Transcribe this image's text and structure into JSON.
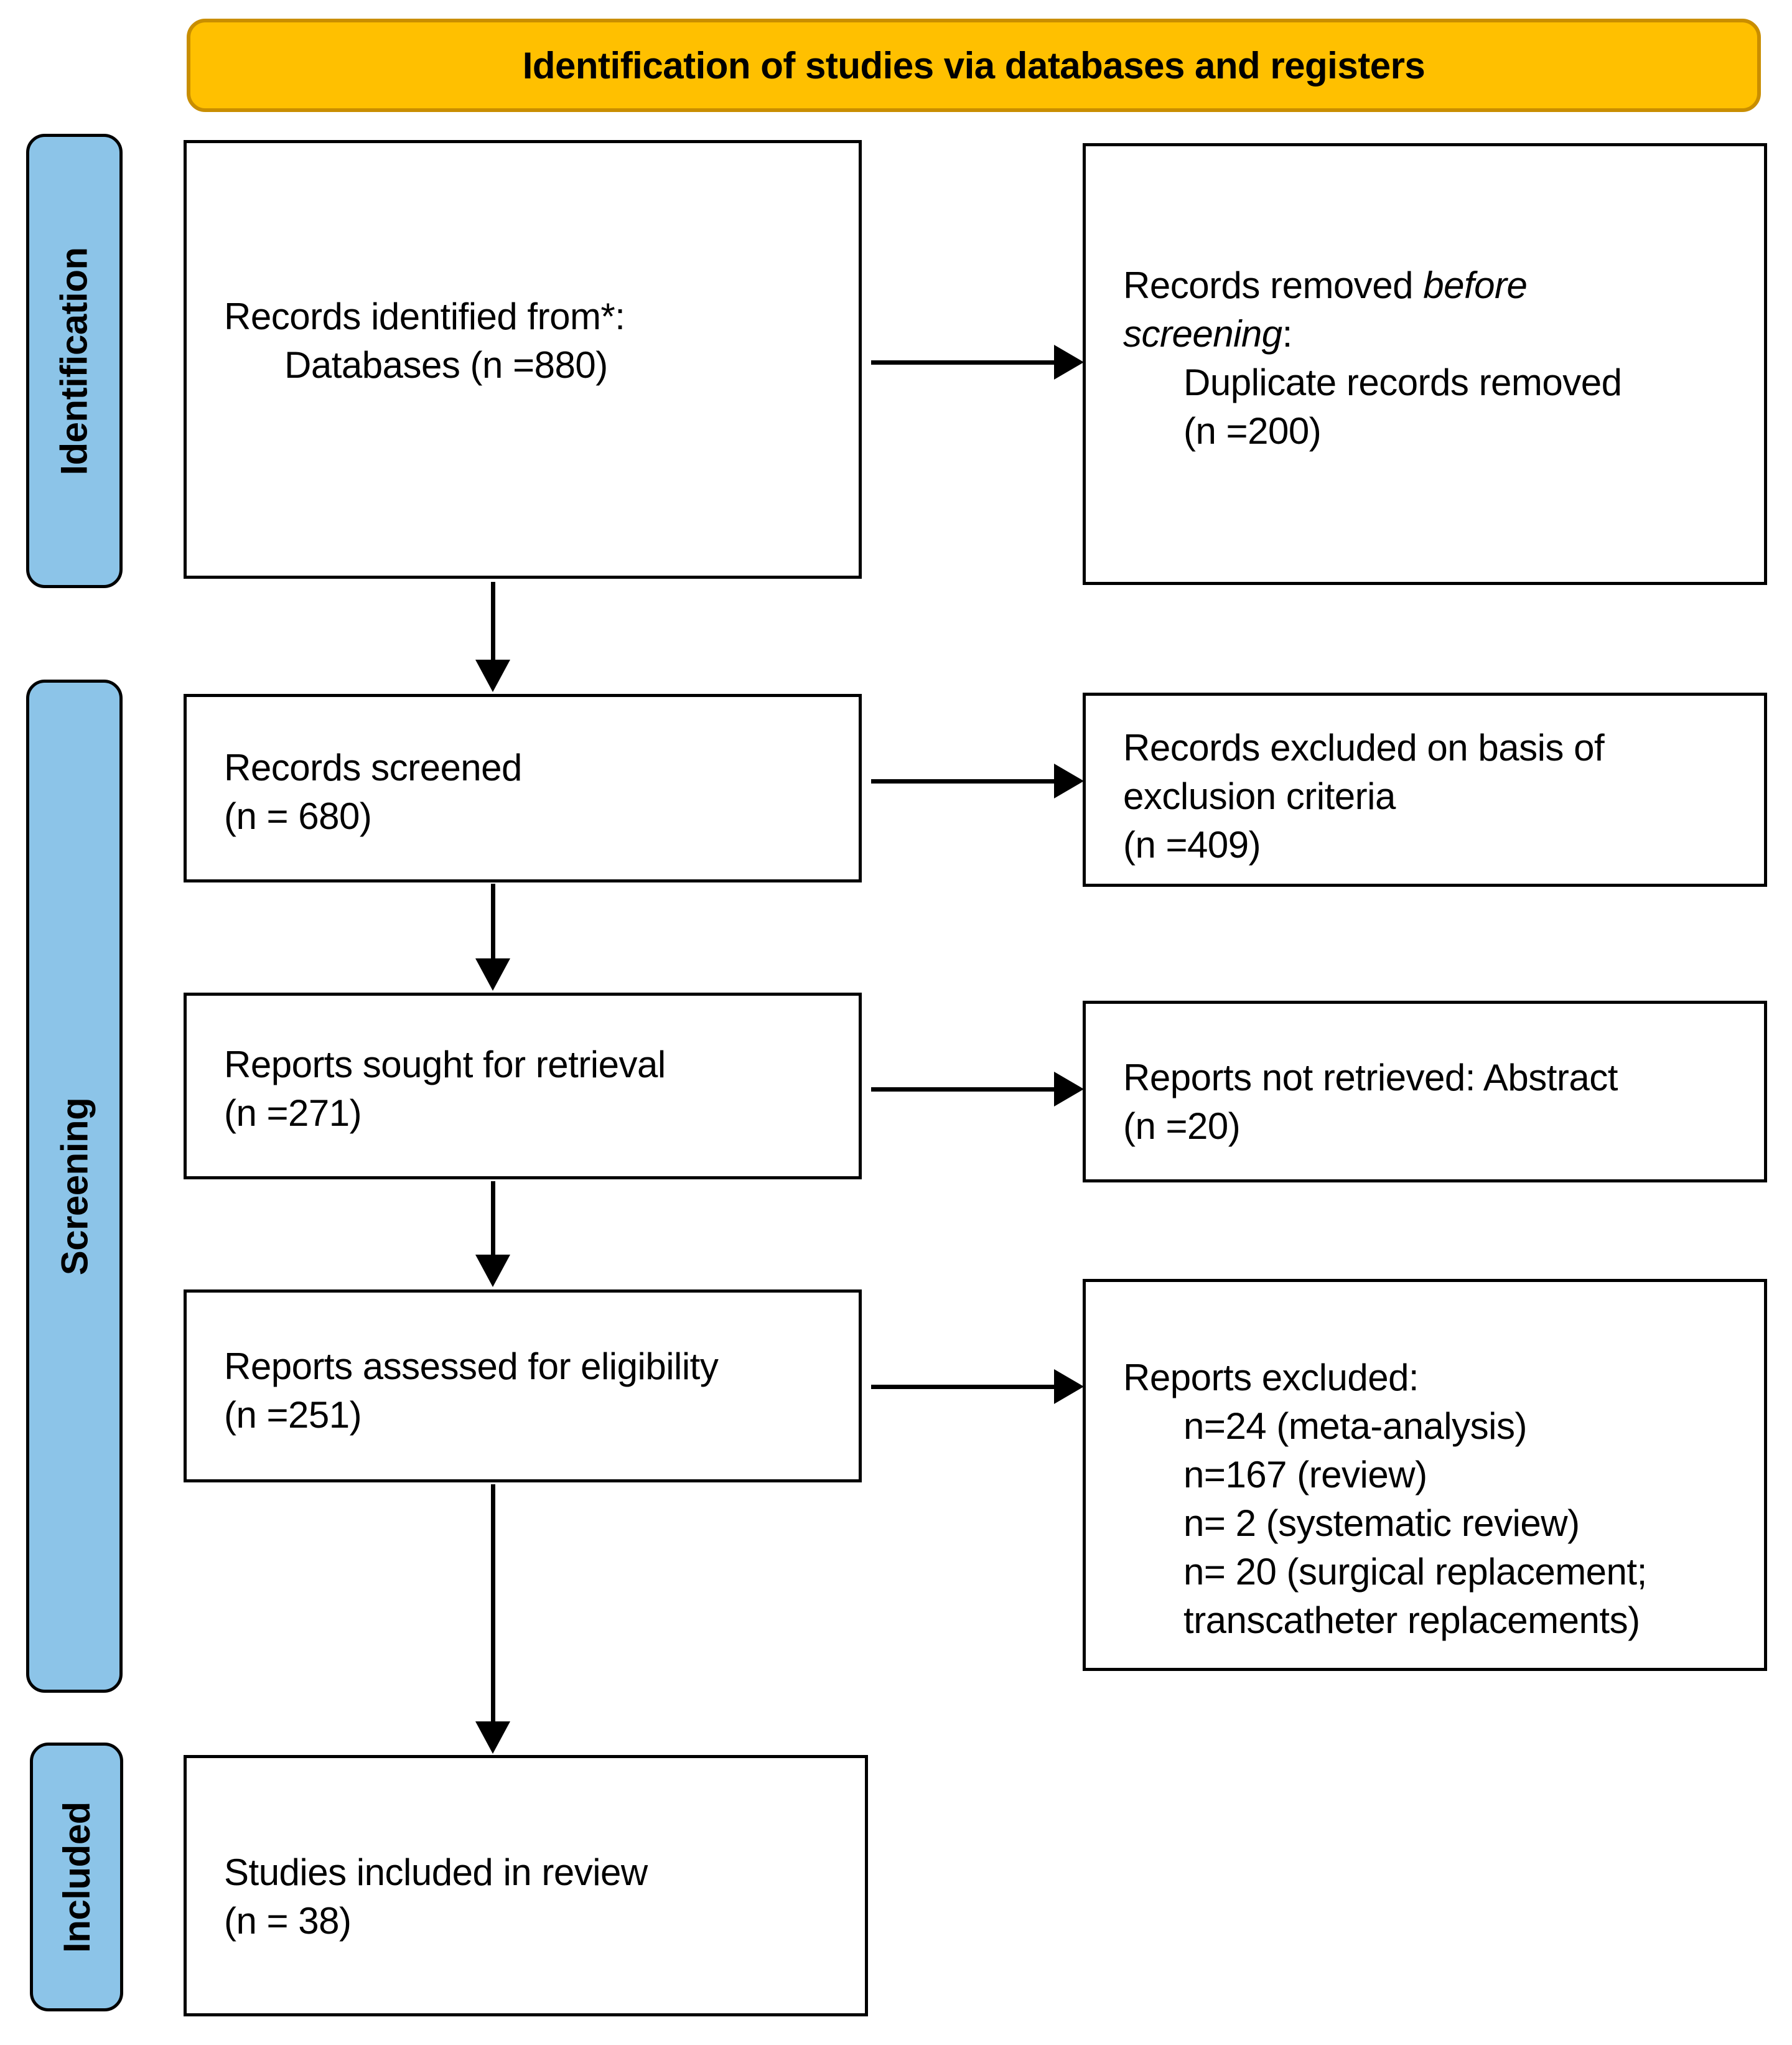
{
  "colors": {
    "page_bg": "#ffffff",
    "banner_bg": "#FFC000",
    "banner_border": "#C98E00",
    "stage_bg": "#8CC4E8",
    "box_border": "#000000",
    "text": "#000000"
  },
  "banner": {
    "title": "Identification of studies via databases and registers"
  },
  "stages": [
    {
      "label": "Identification"
    },
    {
      "label": "Screening"
    },
    {
      "label": "Included"
    }
  ],
  "boxes": {
    "records_identified": "Records identified from*:\n      Databases (n =880)",
    "records_removed_prefix": "Records removed ",
    "records_removed_italic": "before\nscreening",
    "records_removed_rest": ":\n      Duplicate records removed\n      (n =200)",
    "records_screened": "Records screened\n(n = 680)",
    "records_excluded": "Records excluded on basis of\nexclusion criteria\n(n =409)",
    "reports_sought": "Reports sought for retrieval\n(n =271)",
    "reports_not_retrieved": "Reports not retrieved: Abstract\n(n =20)",
    "reports_assessed": "Reports assessed for eligibility\n(n =251)",
    "reports_excluded": "Reports excluded:\n      n=24 (meta-analysis)\n      n=167 (review)\n      n= 2 (systematic review)\n      n= 20 (surgical replacement;\n      transcatheter replacements)",
    "studies_included": "Studies included in review\n(n = 38)"
  }
}
